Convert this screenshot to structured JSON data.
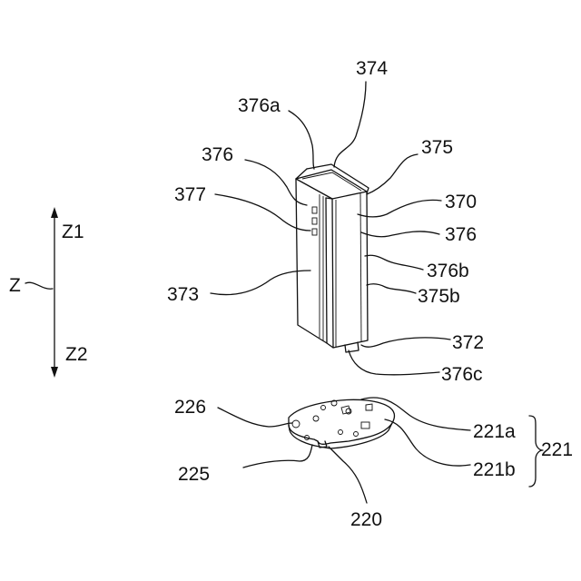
{
  "axis": {
    "label": "Z",
    "top_label": "Z1",
    "bottom_label": "Z2"
  },
  "labels": {
    "l374": "374",
    "l376a": "376a",
    "l375": "375",
    "l376_top": "376",
    "l377": "377",
    "l370": "370",
    "l376_right": "376",
    "l376b": "376b",
    "l373": "373",
    "l375b": "375b",
    "l372": "372",
    "l376c": "376c",
    "l226": "226",
    "l221a": "221a",
    "l221": "221",
    "l221b": "221b",
    "l225": "225",
    "l220": "220"
  }
}
